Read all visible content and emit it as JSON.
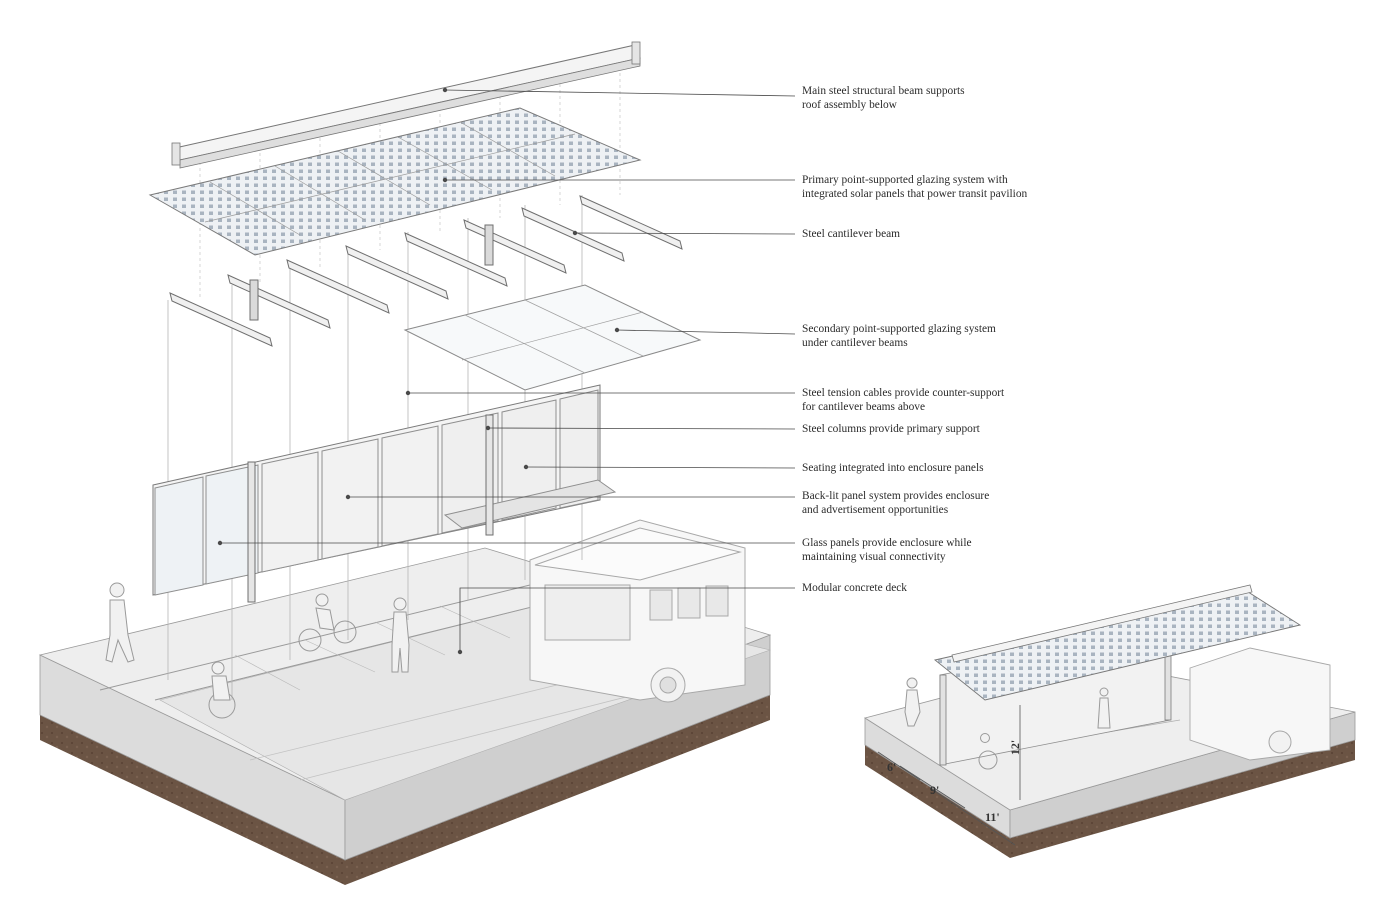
{
  "callouts": [
    {
      "id": "main-beam",
      "line1": "Main steel structural beam supports",
      "line2": "roof assembly below"
    },
    {
      "id": "primary-glazing",
      "line1": "Primary point-supported glazing system with",
      "line2": "integrated solar panels that power transit pavilion"
    },
    {
      "id": "cantilever-beam",
      "line1": "Steel cantilever beam",
      "line2": ""
    },
    {
      "id": "secondary-glazing",
      "line1": "Secondary point-supported glazing system",
      "line2": "under cantilever beams"
    },
    {
      "id": "tension-cables",
      "line1": "Steel tension cables provide counter-support",
      "line2": "for cantilever beams above"
    },
    {
      "id": "steel-columns",
      "line1": "Steel columns provide primary support",
      "line2": ""
    },
    {
      "id": "seating",
      "line1": "Seating integrated into enclosure panels",
      "line2": ""
    },
    {
      "id": "backlit-panels",
      "line1": "Back-lit panel system provides enclosure",
      "line2": "and advertisement opportunities"
    },
    {
      "id": "glass-panels",
      "line1": "Glass panels provide enclosure while",
      "line2": "maintaining visual connectivity"
    },
    {
      "id": "concrete-deck",
      "line1": "Modular concrete deck",
      "line2": ""
    }
  ],
  "dimensions": {
    "d1": "6'",
    "d2": "9'",
    "d3": "11'",
    "height": "12'"
  },
  "colors": {
    "ink": "#2b2b2b",
    "line": "#8a8a8a",
    "soil": "#6b5444",
    "concrete": "#e2e2e2",
    "glass": "#c9d4de"
  }
}
